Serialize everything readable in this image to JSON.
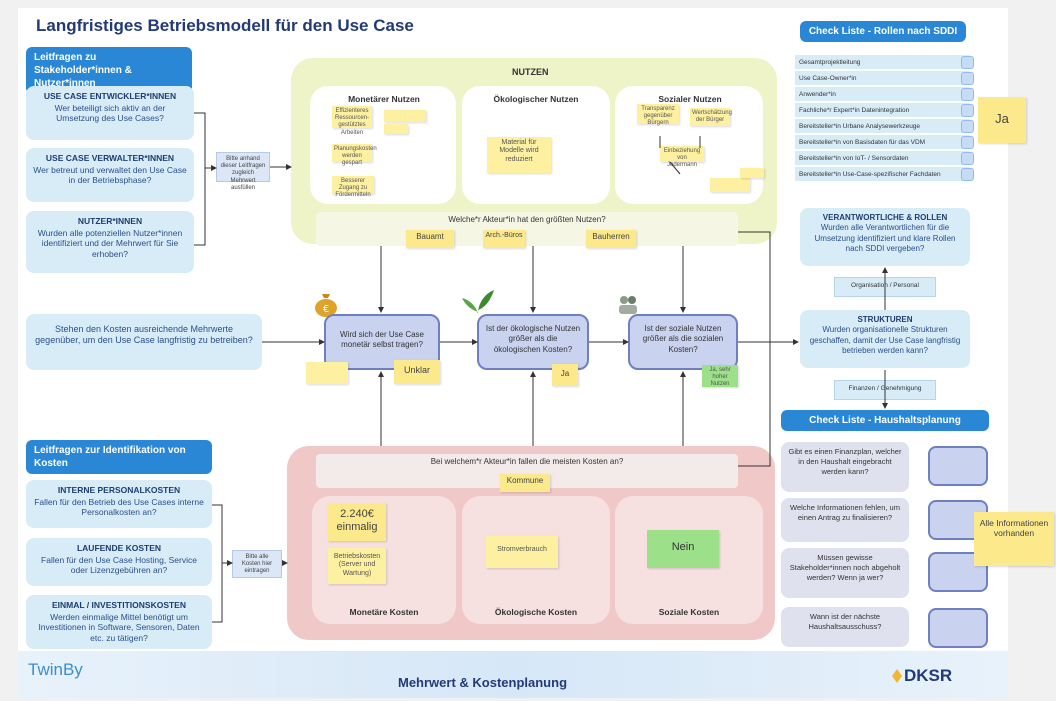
{
  "title": "Langfristiges Betriebsmodell für den Use Case",
  "stakeholder": {
    "header": "Leitfragen zu Stakeholder*innen & Nutzer*innen",
    "items": [
      {
        "title": "USE CASE ENTWICKLER*INNEN",
        "text": "Wer beteiligt sich aktiv an der Umsetzung des Use Cases?"
      },
      {
        "title": "USE CASE VERWALTER*INNEN",
        "text": "Wer betreut und verwaltet den Use Case in der Betriebsphase?"
      },
      {
        "title": "NUTZER*INNEN",
        "text": "Wurden alle potenziellen Nutzer*innen identifiziert und der Mehrwert für Sie erhoben?"
      }
    ],
    "note": "Bitte anhand dieser Leitfragen zugleich Mehrwert ausfüllen"
  },
  "mehrwert_question": "Stehen den Kosten ausreichende Mehrwerte gegenüber, um den Use Case langfristig zu betreiben?",
  "nutzen": {
    "title": "NUTZEN",
    "monetaer": {
      "title": "Monetärer Nutzen",
      "stickies": [
        "Effizienteres Ressourcen-gestütztes Arbeiten",
        "Planungskosten werden gespart",
        "Besserer Zugang zu Fördermitteln"
      ]
    },
    "oekologisch": {
      "title": "Ökologischer Nutzen",
      "sticky": "Material für Modelle wird reduziert"
    },
    "sozial": {
      "title": "Sozialer Nutzen",
      "stickies": [
        "Transparenz gegenüber Bürgern",
        "Wertschätzung der Bürger",
        "Einbeziehung von Jedermann"
      ]
    },
    "question": "Welche*r Akteur*in hat den größten Nutzen?",
    "actors": [
      "Bauamt",
      "Arch.-Büros",
      "Bauherren"
    ]
  },
  "decisions": {
    "monetaer": {
      "text": "Wird sich der Use Case monetär selbst tragen?",
      "sticky": "Unklar"
    },
    "oekologisch": {
      "text": "Ist der ökologische Nutzen größer als die ökologischen Kosten?",
      "sticky": "Ja"
    },
    "sozial": {
      "text": "Ist der soziale Nutzen größer als die sozialen Kosten?",
      "sticky": "Ja, sehr hoher Nutzen"
    }
  },
  "kosten_leitfragen": {
    "header": "Leitfragen zur Identifikation von Kosten",
    "items": [
      {
        "title": "INTERNE PERSONALKOSTEN",
        "text": "Fallen für den Betrieb des Use Cases interne Personalkosten an?"
      },
      {
        "title": "LAUFENDE KOSTEN",
        "text": "Fallen für den Use Case Hosting, Service oder Lizenzgebühren an?"
      },
      {
        "title": "EINMAL / INVESTITIONSKOSTEN",
        "text": "Werden einmalige Mittel benötigt um Investitionen in Software, Sensoren, Daten etc. zu tätigen?"
      }
    ],
    "note": "Bitte alle Kosten hier eintragen"
  },
  "kosten": {
    "question": "Bei welchem*r Akteur*in fallen die meisten Kosten an?",
    "actor": "Kommune",
    "monetaer": {
      "title": "Monetäre Kosten",
      "amount": "2.240€ einmalig",
      "sticky": "Betriebskosten (Server und Wartung)"
    },
    "oekologisch": {
      "title": "Ökologische Kosten",
      "sticky": "Stromverbrauch"
    },
    "sozial": {
      "title": "Soziale Kosten",
      "sticky": "Nein"
    }
  },
  "checklist_sddi": {
    "header": "Check Liste - Rollen nach SDDI",
    "rows": [
      "Gesamtprojektleitung",
      "Use Case-Owner*in",
      "Anwender*in",
      "Fachliche*r Expert*in Datenintegration",
      "Bereitsteller*in Urbane Analysewerkzeuge",
      "Bereitsteller*in von Basisdaten für das VDM",
      "Bereitsteller*in von IoT- / Sensordaten",
      "Bereitsteller*in Use-Case-spezifischer Fachdaten"
    ],
    "sticky": "Ja"
  },
  "rollen": {
    "title": "VERANTWORTLICHE & ROLLEN",
    "text": "Wurden alle Verantwortlichen für die Umsetzung identifiziert und klare Rollen nach SDDI vergeben?"
  },
  "organisation_label": "Organisation / Personal",
  "strukturen": {
    "title": "STRUKTUREN",
    "text": "Wurden organisationelle Strukturen geschaffen, damit der Use Case langfristig betrieben werden kann?"
  },
  "finanzen_label": "Finanzen / Genehmigung",
  "haushalt": {
    "header": "Check Liste - Haushaltsplanung",
    "questions": [
      "Gibt es einen Finanzplan, welcher in den Haushalt eingebracht werden kann?",
      "Welche Informationen fehlen, um einen Antrag zu finalisieren?",
      "Müssen gewisse Stakeholder*innen noch abgeholt werden? Wenn ja wer?",
      "Wann ist der nächste Haushaltsausschuss?"
    ],
    "sticky": "Alle Informationen vorhanden"
  },
  "footer": {
    "left": "TwinBy",
    "center": "Mehrwert & Kostenplanung",
    "right": "DKSR"
  },
  "colors": {
    "accent": "#2a87d6",
    "nutzen_panel": "#eef4c8",
    "kosten_panel": "#f0c8c8",
    "sticky": "#fdf0a0",
    "sticky_green": "#9de08a"
  }
}
